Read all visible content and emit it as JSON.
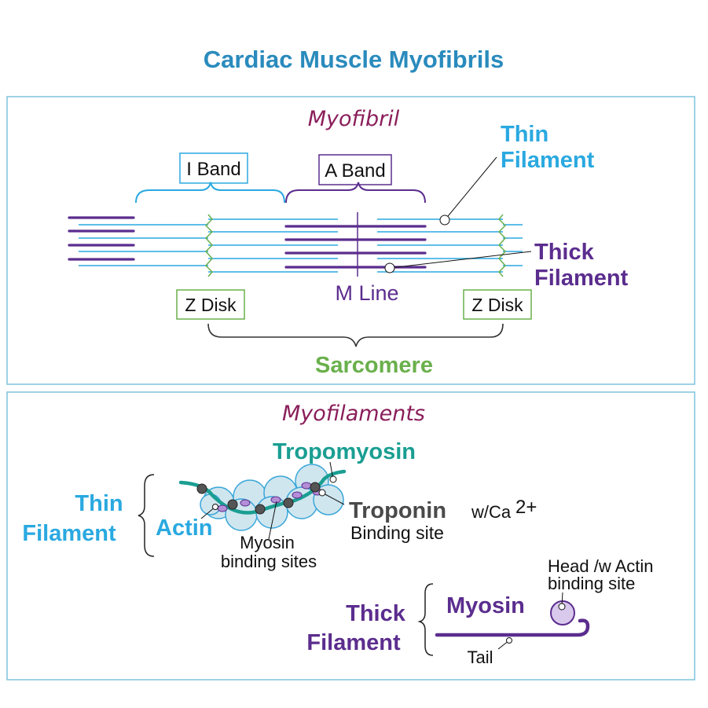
{
  "title": "Cardiac Muscle Myofibrils",
  "colors": {
    "title": "#2a8bbd",
    "frame": "#7fc4dd",
    "heading": "#8a1e5a",
    "thin": "#2aa9e0",
    "thick": "#5b2d8e",
    "zdisk": "#6ab04c",
    "tropomyosin": "#1a9e92",
    "troponin": "#4a4a4a",
    "actin_fill": "#cfe6ef",
    "actin_stroke": "#3aa6d8",
    "ink": "#111111"
  },
  "top_panel": {
    "heading": "Myofibril",
    "i_band": "I Band",
    "a_band": "A Band",
    "thin_filament_line1": "Thin",
    "thin_filament_line2": "Filament",
    "thick_filament_line1": "Thick",
    "thick_filament_line2": "Filament",
    "m_line": "M Line",
    "z_disk_left": "Z Disk",
    "z_disk_right": "Z Disk",
    "sarcomere": "Sarcomere"
  },
  "bottom_panel": {
    "heading": "Myofilaments",
    "tropomyosin": "Tropomyosin",
    "thin_filament_line1": "Thin",
    "thin_filament_line2": "Filament",
    "actin": "Actin",
    "troponin": "Troponin",
    "troponin_suffix": "w/Ca",
    "troponin_sup": "2+",
    "binding_site": "Binding site",
    "myosin_binding_line1": "Myosin",
    "myosin_binding_line2": "binding sites",
    "thick_filament_line1": "Thick",
    "thick_filament_line2": "Filament",
    "myosin": "Myosin",
    "head_line1": "Head /w Actin",
    "head_line2": "binding site",
    "tail": "Tail"
  }
}
